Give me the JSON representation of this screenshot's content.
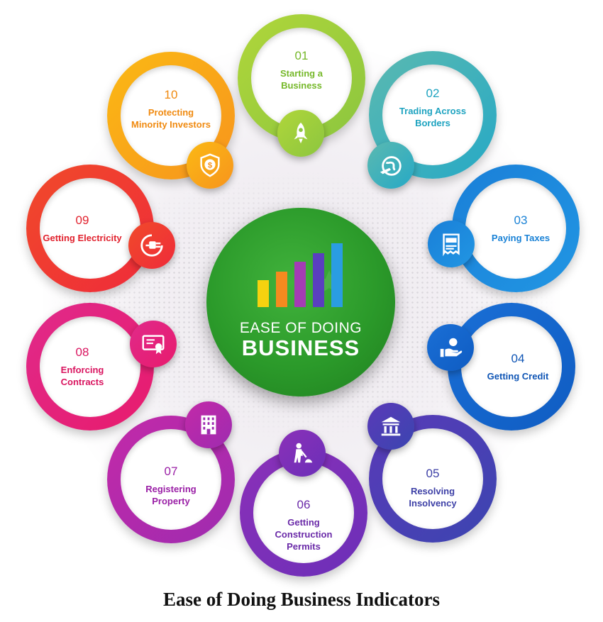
{
  "center": {
    "line1": "EASE OF DOING",
    "line2": "BUSINESS",
    "bar_colors": [
      "#f5d20f",
      "#f58a1f",
      "#a43cb4",
      "#5a3fbf",
      "#2a9de2"
    ]
  },
  "caption": "Ease of Doing Business Indicators",
  "indicators": [
    {
      "num": "01",
      "label": "Starting a Business",
      "color": "#8cc63f",
      "color2": "#b0d63a",
      "text_color": "#76b82a",
      "icon": "rocket-icon"
    },
    {
      "num": "02",
      "label": "Trading Across Borders",
      "color": "#26a9c6",
      "color2": "#5bb9b0",
      "text_color": "#1ea3c0",
      "icon": "globe-plane-icon"
    },
    {
      "num": "03",
      "label": "Paying Taxes",
      "color": "#2196e3",
      "color2": "#1a7fd8",
      "text_color": "#1a82d6",
      "icon": "tax-receipt-icon"
    },
    {
      "num": "04",
      "label": "Getting Credit",
      "color": "#0f5cc2",
      "color2": "#1a6fd6",
      "text_color": "#0f55b5",
      "icon": "credit-hand-icon"
    },
    {
      "num": "05",
      "label": "Resolving Insolvency",
      "color": "#3b45b0",
      "color2": "#5a3ab8",
      "text_color": "#3c3fa6",
      "icon": "bank-icon"
    },
    {
      "num": "06",
      "label": "Getting Construction Permits",
      "color": "#6b2fb8",
      "color2": "#8b30b8",
      "text_color": "#6a2aa8",
      "icon": "construction-worker-icon"
    },
    {
      "num": "07",
      "label": "Registering Property",
      "color": "#9e2bb0",
      "color2": "#c32aa8",
      "text_color": "#9a1fa6",
      "icon": "building-icon"
    },
    {
      "num": "08",
      "label": "Enforcing Contracts",
      "color": "#e81b6d",
      "color2": "#e02a8a",
      "text_color": "#d9145f",
      "icon": "certificate-icon"
    },
    {
      "num": "09",
      "label": "Getting Electricity",
      "color": "#ef2b3a",
      "color2": "#f04a2a",
      "text_color": "#e1222e",
      "icon": "plug-icon"
    },
    {
      "num": "10",
      "label": "Protecting Minority Investors",
      "color": "#f7941d",
      "color2": "#fbb914",
      "text_color": "#f08a10",
      "icon": "shield-dollar-icon"
    }
  ]
}
